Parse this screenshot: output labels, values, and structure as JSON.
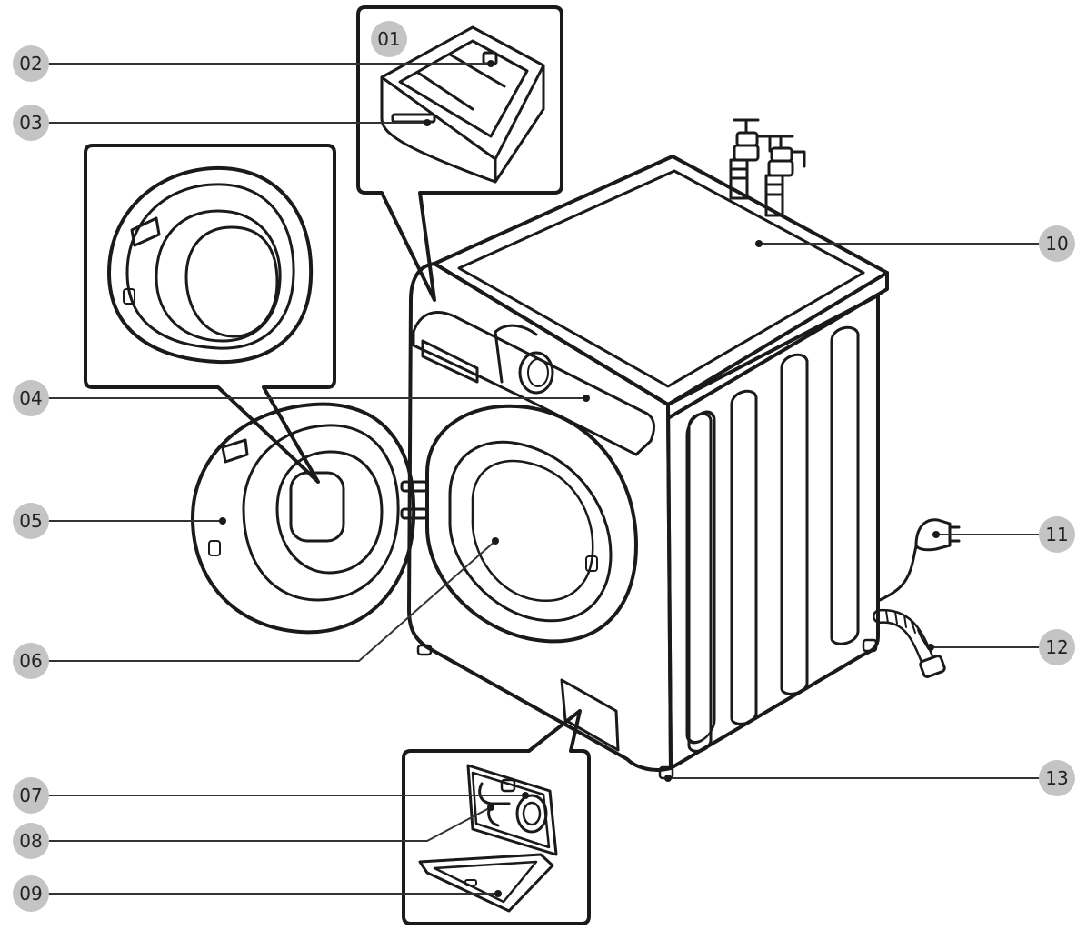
{
  "colors": {
    "outline": "#1a1a1a",
    "badge_fill": "#c4c4c4",
    "badge_text": "#222222",
    "leader": "#333333",
    "background": "#ffffff"
  },
  "callouts": [
    {
      "id": "01",
      "label": "01"
    },
    {
      "id": "02",
      "label": "02"
    },
    {
      "id": "03",
      "label": "03"
    },
    {
      "id": "04",
      "label": "04"
    },
    {
      "id": "05",
      "label": "05"
    },
    {
      "id": "06",
      "label": "06"
    },
    {
      "id": "07",
      "label": "07"
    },
    {
      "id": "08",
      "label": "08"
    },
    {
      "id": "09",
      "label": "09"
    },
    {
      "id": "10",
      "label": "10"
    },
    {
      "id": "11",
      "label": "11"
    },
    {
      "id": "12",
      "label": "12"
    },
    {
      "id": "13",
      "label": "13"
    }
  ]
}
